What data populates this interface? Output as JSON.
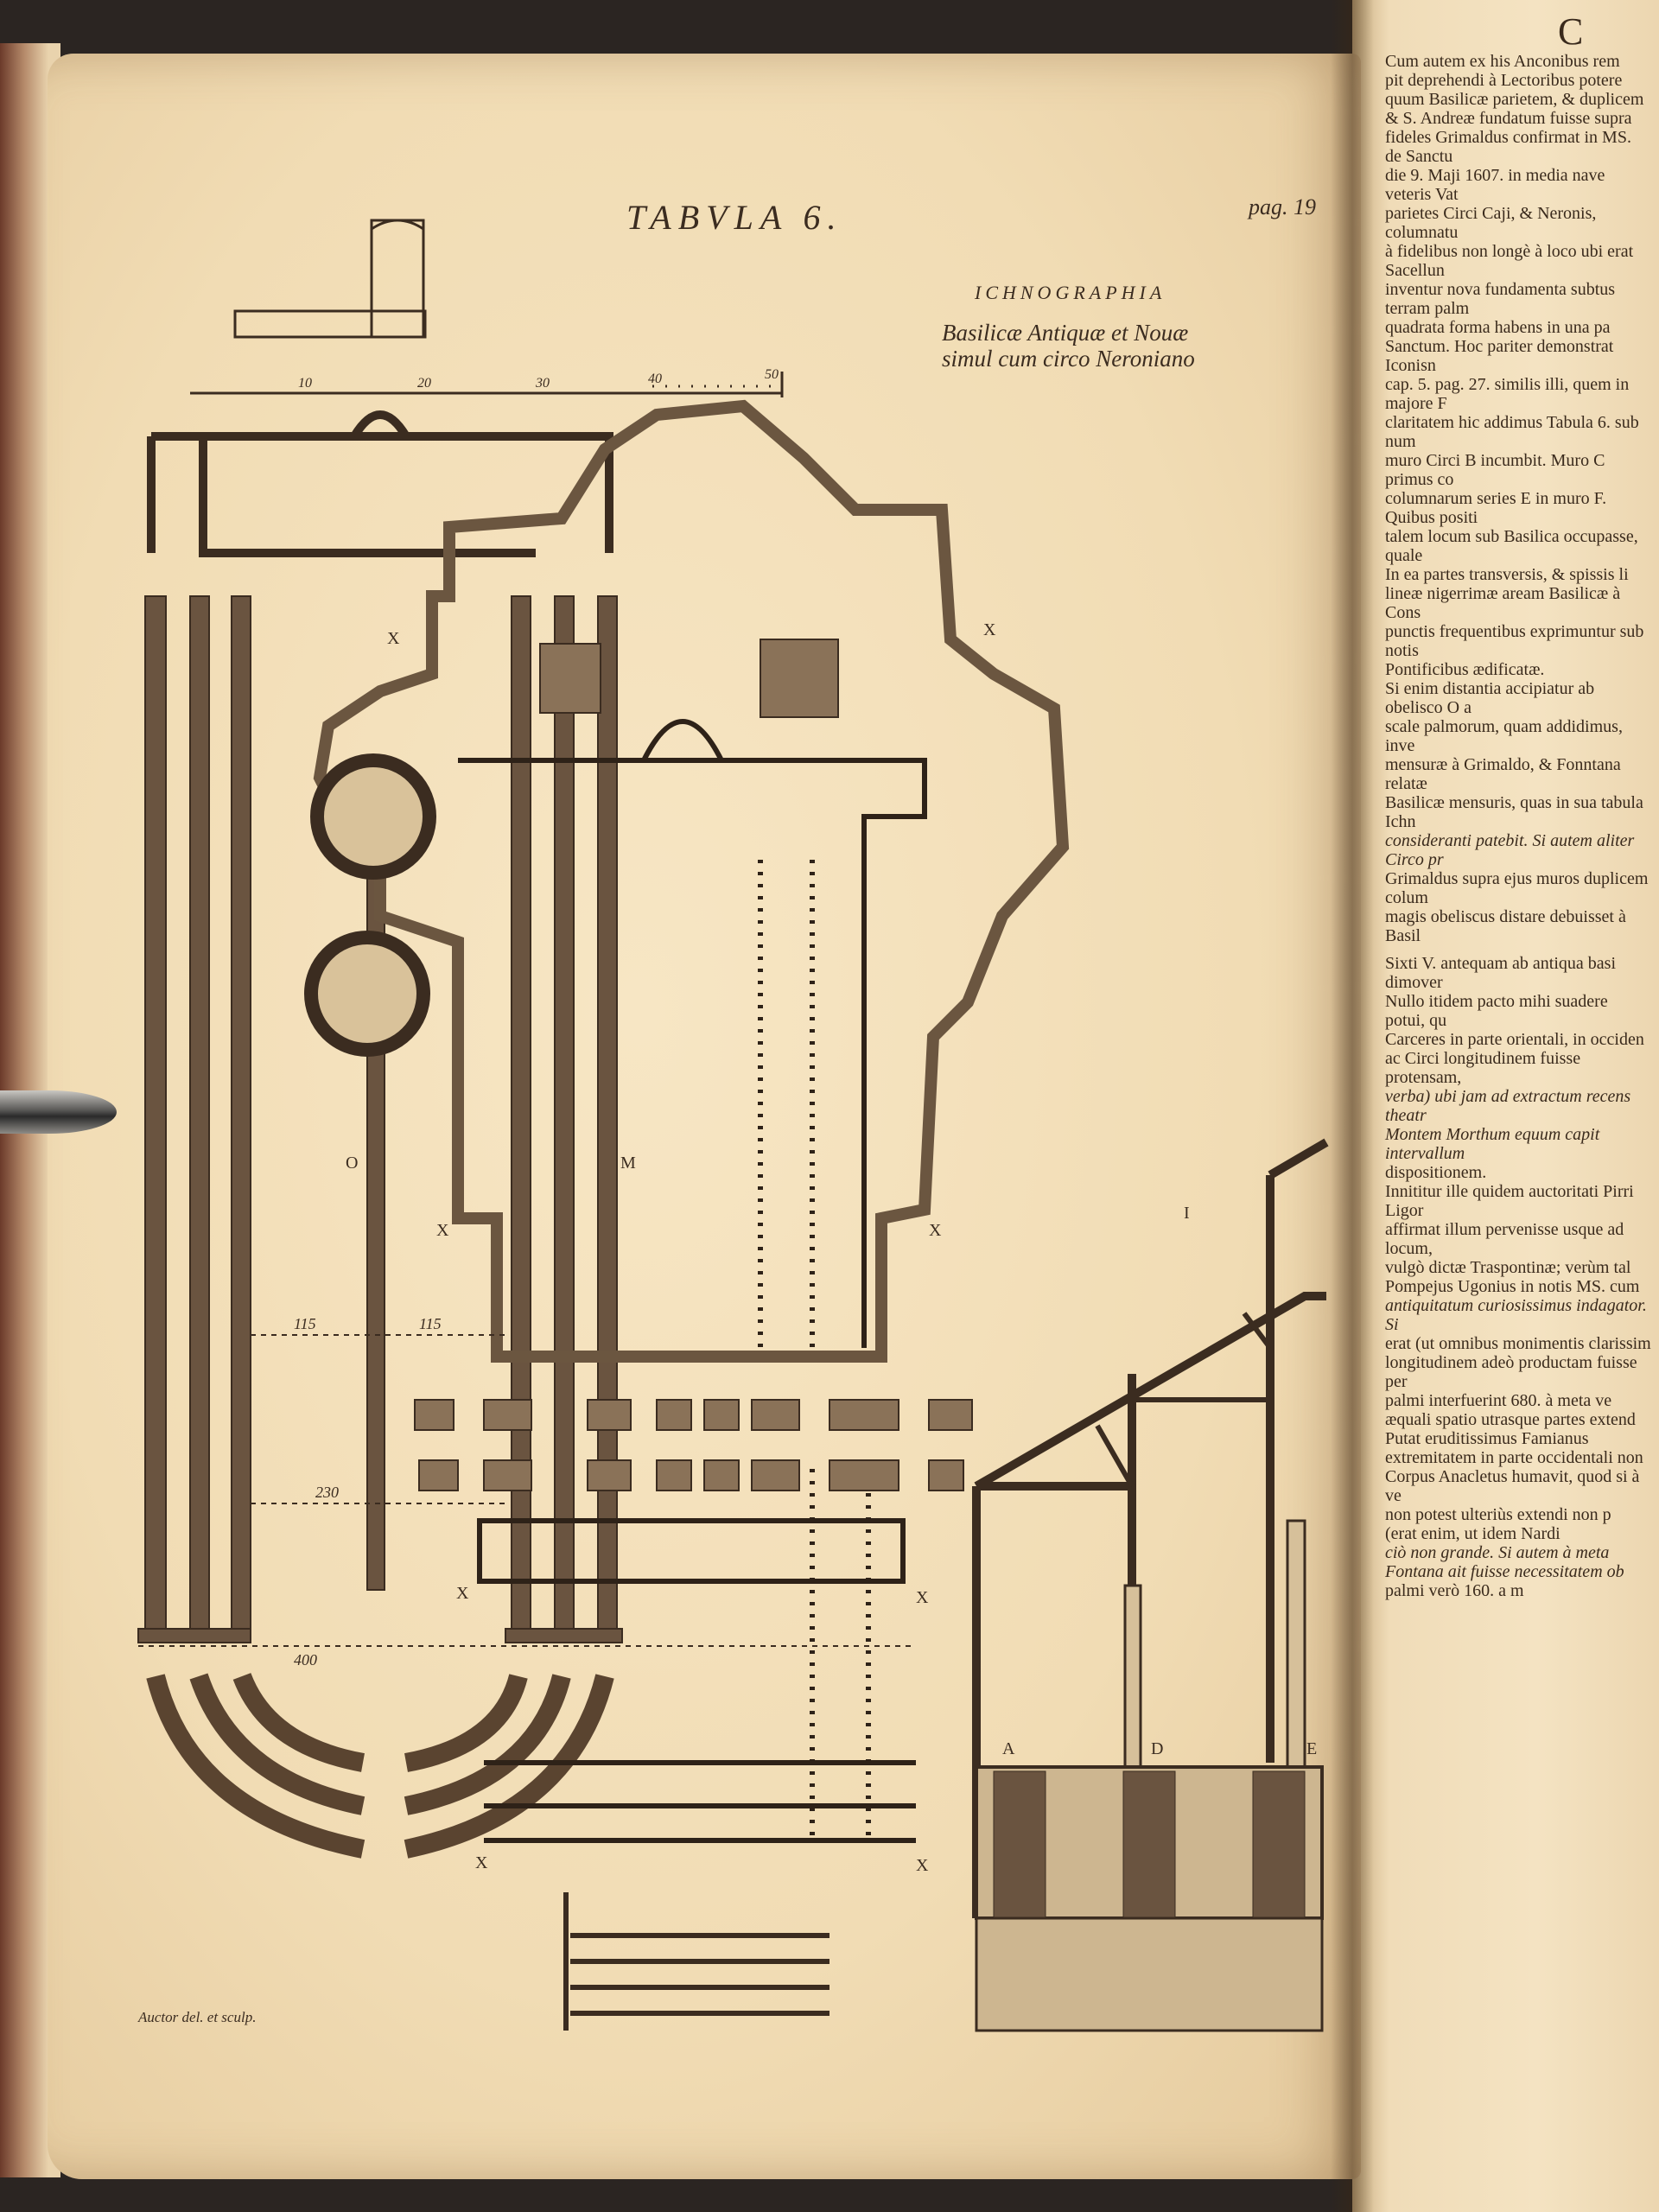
{
  "plate": {
    "title": "TABVLA 6.",
    "page_ref": "pag. 19",
    "heading": "ICHNOGRAPHIA",
    "subtitle_line1": "Basilicæ Antiquæ et Nouæ",
    "subtitle_line2": "simul cum circo Neroniano",
    "credit": "Auctor del. et sculp.",
    "scale_labels": [
      "10",
      "20",
      "30",
      "40",
      "50"
    ],
    "dimension_labels": {
      "d1": "115",
      "d2": "115",
      "d3": "230",
      "d4": "400"
    },
    "letters": {
      "x": "X",
      "o": "O",
      "m": "M",
      "i": "I",
      "a": "A",
      "d": "D",
      "e": "E"
    }
  },
  "right_page": {
    "initial": "C",
    "lines_top": [
      "Cum autem ex his Anconibus rem",
      "pit deprehendi à Lectoribus potere",
      "quum Basilicæ parietem, & duplicem",
      "& S. Andreæ fundatum fuisse supra",
      "fideles Grimaldus confirmat in MS. de Sanctu",
      "die 9. Maji 1607. in media nave veteris Vat",
      "parietes Circi Caji, & Neronis, columnatu",
      "à fidelibus non longè à loco ubi erat Sacellun",
      "inventur nova fundamenta subtus terram palm",
      "quadrata forma habens in una pa",
      "Sanctum. Hoc pariter demonstrat Iconisn",
      "cap. 5. pag. 27. similis illi, quem in majore F",
      "claritatem hic addimus Tabula 6. sub num",
      "muro Circi B incumbit. Muro C primus co",
      "columnarum series E in muro F. Quibus positi",
      "talem locum sub Basilica occupasse, quale",
      "In ea partes transversis, & spissis li",
      "lineæ nigerrimæ aream Basilicæ à Cons",
      "punctis frequentibus exprimuntur sub notis",
      "Pontificibus ædificatæ.",
      "Si enim distantia accipiatur ab obelisco O a",
      "scale palmorum, quam addidimus, inve",
      "mensuræ à Grimaldo, & Fonntana relatæ",
      "Basilicæ mensuris, quas in sua tabula Ichn",
      "consideranti patebit. Si autem aliter Circo pr",
      "Grimaldus supra ejus muros duplicem colum",
      "magis obeliscus distare debuisset à Basil"
    ],
    "lines_bottom": [
      "Sixti V. antequam ab antiqua basi dimover",
      "Nullo itidem pacto mihi suadere potui, qu",
      "Carceres in parte orientali, in occiden",
      "ac Circi longitudinem fuisse protensam,",
      "verba) ubi jam ad extractum recens theatr",
      "Montem Morthum equum capit intervallum",
      "dispositionem.",
      "Innititur ille quidem auctoritati Pirri Ligor",
      "affirmat illum pervenisse usque ad locum,",
      "vulgò dictæ Traspontinæ; verùm tal",
      "Pompejus Ugonius in notis MS. cum",
      "antiquitatum curiosissimus indagator. Si",
      "erat (ut omnibus monimentis clarissim",
      "longitudinem adeò productam fuisse per",
      "palmi interfuerint 680. à meta ve",
      "æquali spatio utrasque partes extend",
      "Putat eruditissimus Famianus",
      "extremitatem in parte occidentali non",
      "Corpus Anacletus humavit, quod si à ve",
      "non potest ulteriùs extendi non p",
      "(erat enim, ut idem Nardi",
      "ciò non grande. Si autem à meta",
      "Fontana ait fuisse necessitatem ob",
      "palmi verò 160. a m"
    ]
  },
  "colors": {
    "paper": "#f2ddb6",
    "ink": "#3b2c20",
    "background": "#2b2522"
  }
}
